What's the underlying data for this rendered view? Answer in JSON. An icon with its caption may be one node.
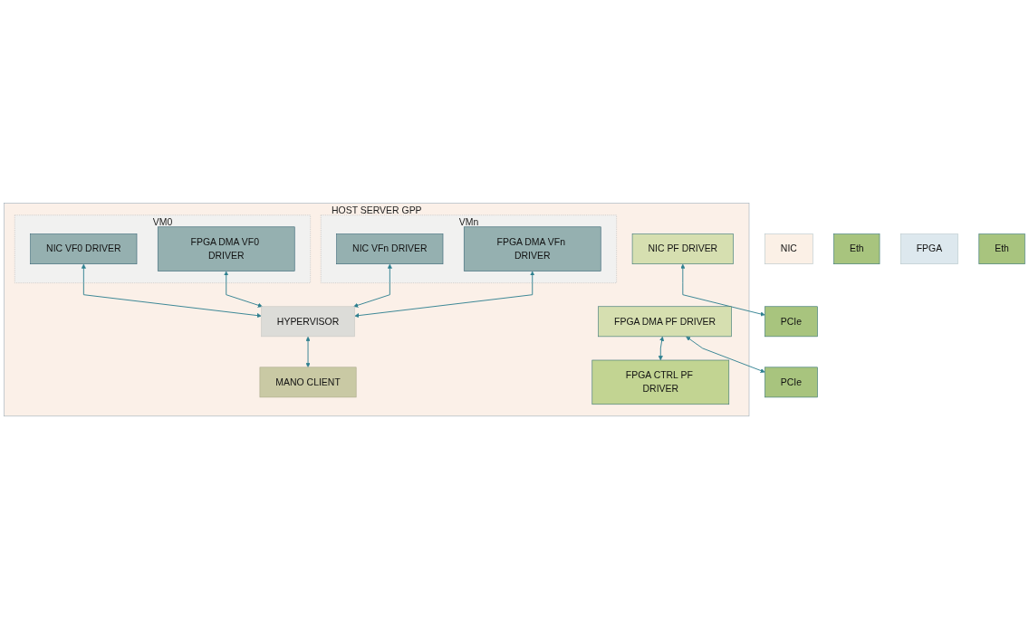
{
  "diagram": {
    "nodes": [
      {
        "text": [
          "HOST SERVER GPP"
        ]
      },
      {
        "text": [
          "VM0"
        ],
        "in": 0
      },
      {
        "text": [
          "NIC VF0 DRIVER"
        ],
        "in": 1
      },
      {
        "text": [
          "FPGA DMA VF0 DRIVER"
        ],
        "in": 1
      },
      {
        "text": [
          "VMn"
        ],
        "in": 0
      },
      {
        "text": [
          "NIC VFn DRIVER"
        ],
        "in": 4
      },
      {
        "text": [
          "FPGA DMA VFn DRIVER"
        ],
        "in": 4
      },
      {
        "text": [
          "HYPERVISOR"
        ],
        "in": 0
      },
      {
        "text": [
          "MANO CLIENT"
        ],
        "in": 0
      },
      {
        "text": [
          "NIC PF DRIVER"
        ],
        "in": 0
      },
      {
        "text": [
          "FPGA DMA PF DRIVER"
        ],
        "in": 0
      },
      {
        "text": [
          "FPGA CTRL PF DRIVER"
        ],
        "in": 0
      },
      {
        "text": [
          "NIC"
        ]
      },
      {
        "text": [
          "PCIe"
        ]
      },
      {
        "text": [
          "Eth"
        ]
      },
      {
        "text": [
          "FPGA"
        ]
      },
      {
        "text": [
          "PCIe"
        ]
      },
      {
        "text": [
          "Eth"
        ]
      }
    ],
    "edges": [
      {
        "from": 2,
        "to": 7,
        "arrow": "both"
      },
      {
        "from": 3,
        "to": 7,
        "arrow": "both"
      },
      {
        "from": 5,
        "to": 7,
        "arrow": "both"
      },
      {
        "from": 6,
        "to": 7,
        "arrow": "both"
      },
      {
        "from": 7,
        "to": 8,
        "arrow": "both"
      },
      {
        "from": 9,
        "to": 13,
        "arrow": "both"
      },
      {
        "from": 10,
        "to": 16,
        "arrow": "both"
      },
      {
        "from": 10,
        "to": 11,
        "arrow": "both"
      }
    ]
  }
}
